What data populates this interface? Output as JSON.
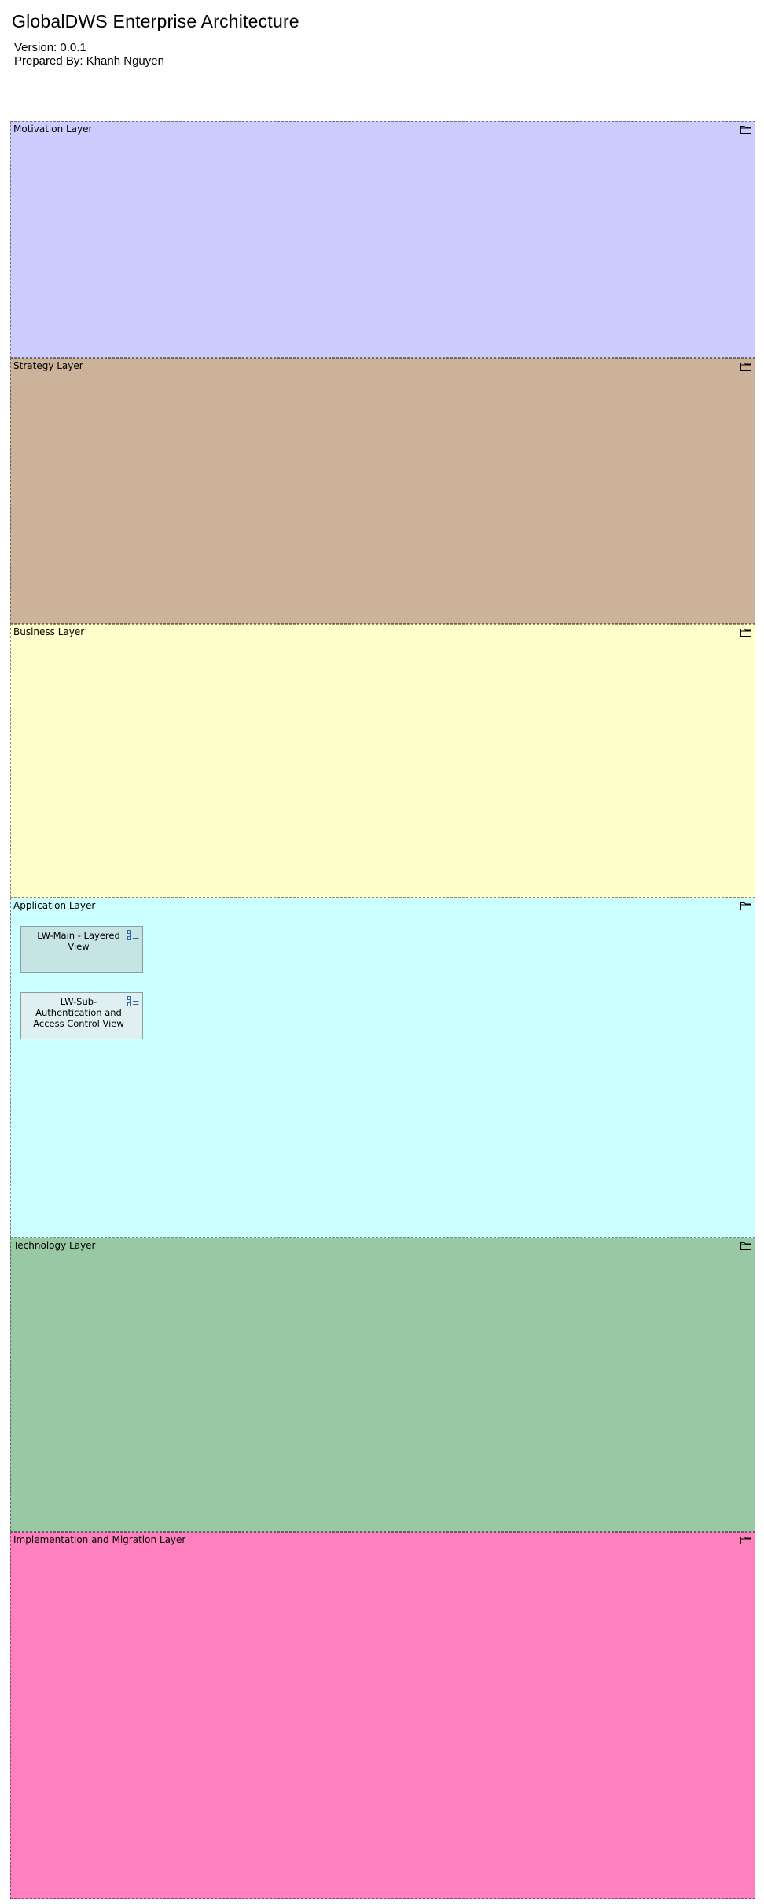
{
  "header": {
    "title": "GlobalDWS Enterprise Architecture",
    "version": "Version: 0.0.1",
    "prepared_by": "Prepared By: Khanh Nguyen"
  },
  "layers": [
    {
      "label": "Motivation Layer",
      "color": "#ccccff",
      "icon": "folder-icon"
    },
    {
      "label": "Strategy Layer",
      "color": "#ccb299",
      "icon": "folder-icon"
    },
    {
      "label": "Business Layer",
      "color": "#ffffcc",
      "icon": "folder-icon"
    },
    {
      "label": "Application Layer",
      "color": "#ccffff",
      "icon": "folder-icon"
    },
    {
      "label": "Technology Layer",
      "color": "#99c9a4",
      "icon": "folder-icon"
    },
    {
      "label": "Implementation and Migration Layer",
      "color": "#ff80bf",
      "icon": "folder-icon"
    }
  ],
  "view_references": [
    {
      "label": "LW-Main - Layered View",
      "color": "#c6e4e4",
      "icon": "view-reference-icon",
      "layer": "Application Layer"
    },
    {
      "label": "LW-Sub-Authentication and Access Control View",
      "color": "#e0f0f0",
      "icon": "view-reference-icon",
      "layer": "Application Layer"
    }
  ]
}
